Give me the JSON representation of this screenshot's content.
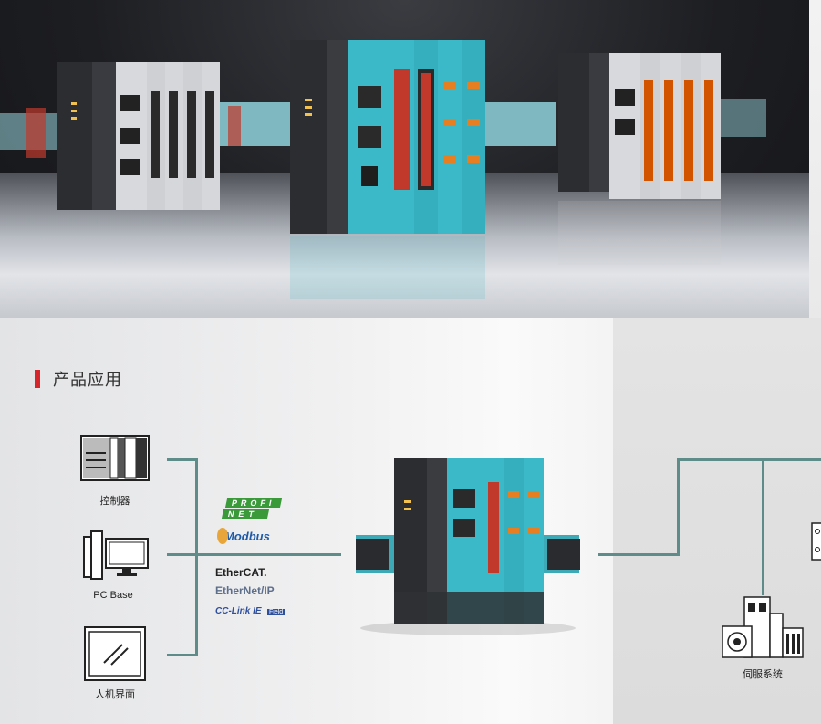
{
  "section": {
    "title": "产品应用"
  },
  "devices": {
    "controller": {
      "label": "控制器",
      "icon": "controller-icon"
    },
    "pc_base": {
      "label": "PC Base",
      "icon": "pc-icon"
    },
    "hmi": {
      "label": "人机界面",
      "icon": "hmi-icon"
    },
    "servo": {
      "label": "伺服系统",
      "icon": "servo-icon"
    }
  },
  "protocols": {
    "profinet_top": "PROFI",
    "profinet_bottom": "NET",
    "modbus": "Modbus",
    "ethercat": "EtherCAT.",
    "ethernetip": "EtherNet/IP",
    "cclink": "CC-Link IE",
    "cclink_badge": "Field"
  },
  "colors": {
    "accent_red": "#d7262b",
    "line_teal": "#5d8c89",
    "module_teal": "#3bb9c9",
    "module_dark": "#2b2d31"
  }
}
